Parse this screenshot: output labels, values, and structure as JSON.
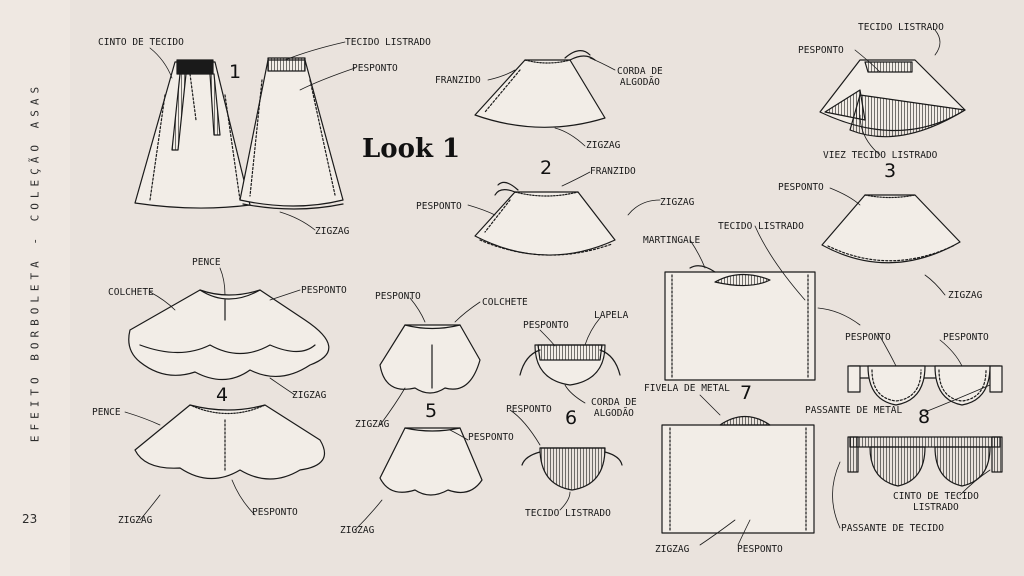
{
  "sidebar": {
    "title": "EFEITO BORBOLETA - COLEÇÃO ASAS",
    "page_number": "23"
  },
  "heading": "Look 1",
  "numbers": [
    "1",
    "2",
    "3",
    "4",
    "5",
    "6",
    "7",
    "8"
  ],
  "labels": {
    "cinto_tecido": "CINTO DE TECIDO",
    "tecido_listrado_1": "TECIDO LISTRADO",
    "pesponto_1": "PESPONTO",
    "zigzag_1": "ZIGZAG",
    "franzido_2a": "FRANZIDO",
    "corda_algodao_2a": "CORDA DE\nALGODÃO",
    "zigzag_2a": "ZIGZAG",
    "franzido_2b": "FRANZIDO",
    "pesponto_2b": "PESPONTO",
    "zigzag_2b": "ZIGZAG",
    "pesponto_3a": "PESPONTO",
    "tecido_listrado_3a": "TECIDO LISTRADO",
    "viez_tecido_listrado": "VIEZ TECIDO LISTRADO",
    "pesponto_3b": "PESPONTO",
    "zigzag_3b": "ZIGZAG",
    "pence_4a": "PENCE",
    "colchete_4a": "COLCHETE",
    "pesponto_4a": "PESPONTO",
    "zigzag_4a": "ZIGZAG",
    "pence_4b": "PENCE",
    "zigzag_4b": "ZIGZAG",
    "pesponto_4b": "PESPONTO",
    "pesponto_5a": "PESPONTO",
    "colchete_5a": "COLCHETE",
    "zigzag_5a": "ZIGZAG",
    "pesponto_5b": "PESPONTO",
    "zigzag_5b": "ZIGZAG",
    "pesponto_6a": "PESPONTO",
    "lapela_6a": "LAPELA",
    "corda_algodao_6a": "CORDA DE\nALGODÃO",
    "pesponto_6b": "PESPONTO",
    "tecido_listrado_6b": "TECIDO LISTRADO",
    "martingale": "MARTINGALE",
    "tecido_listrado_7a": "TECIDO LISTRADO",
    "fivela_metal": "FIVELA DE METAL",
    "zigzag_7b": "ZIGZAG",
    "pesponto_7b": "PESPONTO",
    "pesponto_8a_left": "PESPONTO",
    "pesponto_8a_right": "PESPONTO",
    "passante_metal": "PASSANTE DE METAL",
    "cinto_tecido_listrado": "CINTO DE TECIDO\nLISTRADO",
    "passante_tecido": "PASSANTE DE TECIDO"
  },
  "colors": {
    "sidebar_bg": "#efe8e2",
    "content_bg": "#eae3dd",
    "ink": "#1a1a1a"
  }
}
